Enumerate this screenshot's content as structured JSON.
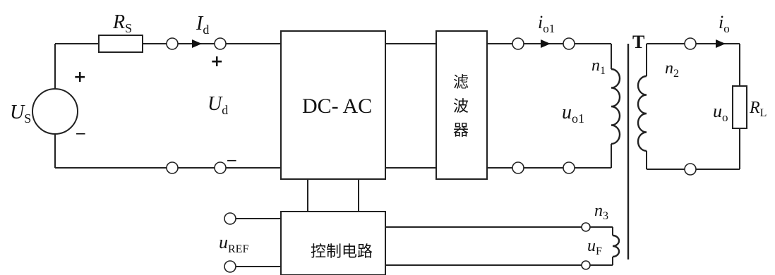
{
  "labels": {
    "rs": {
      "main": "R",
      "sub": "S"
    },
    "us": {
      "main": "U",
      "sub": "S"
    },
    "id": {
      "main": "I",
      "sub": "d"
    },
    "ud": {
      "main": "U",
      "sub": "d"
    },
    "plus_us": "+",
    "minus_us": "−",
    "plus_ud": "+",
    "minus_ud": "−",
    "dcac": "DC- AC",
    "filter": [
      "滤",
      "波",
      "器"
    ],
    "io1": {
      "main": "i",
      "sub": "o1"
    },
    "uo1": {
      "main": "u",
      "sub": "o1"
    },
    "n1": {
      "main": "n",
      "sub": "1"
    },
    "transformer": "T",
    "n2": {
      "main": "n",
      "sub": "2"
    },
    "io": {
      "main": "i",
      "sub": "o"
    },
    "uo": {
      "main": "u",
      "sub": "o"
    },
    "rl": {
      "main": "R",
      "sub": "L"
    },
    "n3": {
      "main": "n",
      "sub": "3"
    },
    "uf": {
      "main": "u",
      "sub": "F"
    },
    "uref": {
      "main": "u",
      "sub": "REF"
    },
    "control": "控制电路"
  }
}
